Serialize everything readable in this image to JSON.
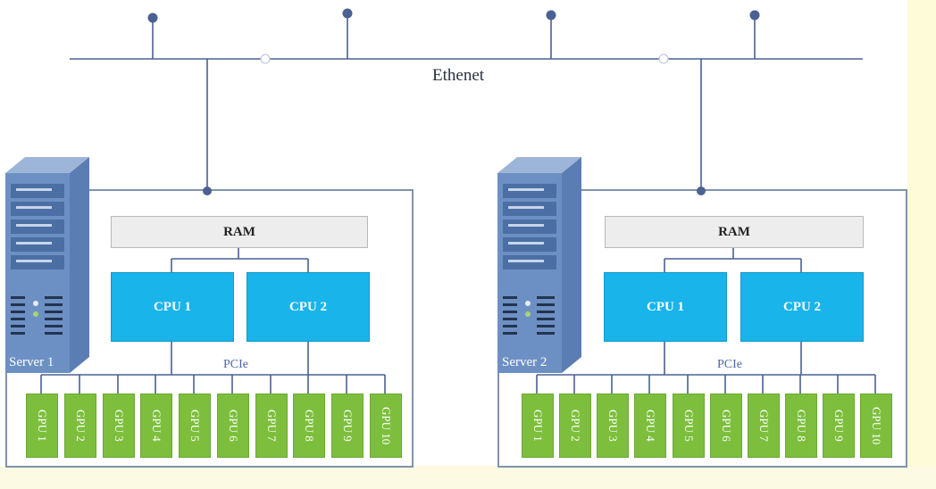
{
  "network": {
    "label": "Ethenet"
  },
  "colors": {
    "cpu": "#19b4ea",
    "gpu": "#7dbf3d",
    "ram": "#ededed",
    "line": "#4a6191",
    "server": "#6d90c4"
  },
  "servers": [
    {
      "name": "Server 1",
      "ram": "RAM",
      "cpus": [
        "CPU 1",
        "CPU 2"
      ],
      "bus": "PCIe",
      "gpus": [
        "GPU 1",
        "GPU 2",
        "GPU 3",
        "GPU 4",
        "GPU 5",
        "GPU 6",
        "GPU 7",
        "GPU 8",
        "GPU 9",
        "GPU 10"
      ]
    },
    {
      "name": "Server 2",
      "ram": "RAM",
      "cpus": [
        "CPU 1",
        "CPU 2"
      ],
      "bus": "PCIe",
      "gpus": [
        "GPU 1",
        "GPU 2",
        "GPU 3",
        "GPU 4",
        "GPU 5",
        "GPU 6",
        "GPU 7",
        "GPU 8",
        "GPU 9",
        "GPU 10"
      ]
    }
  ]
}
